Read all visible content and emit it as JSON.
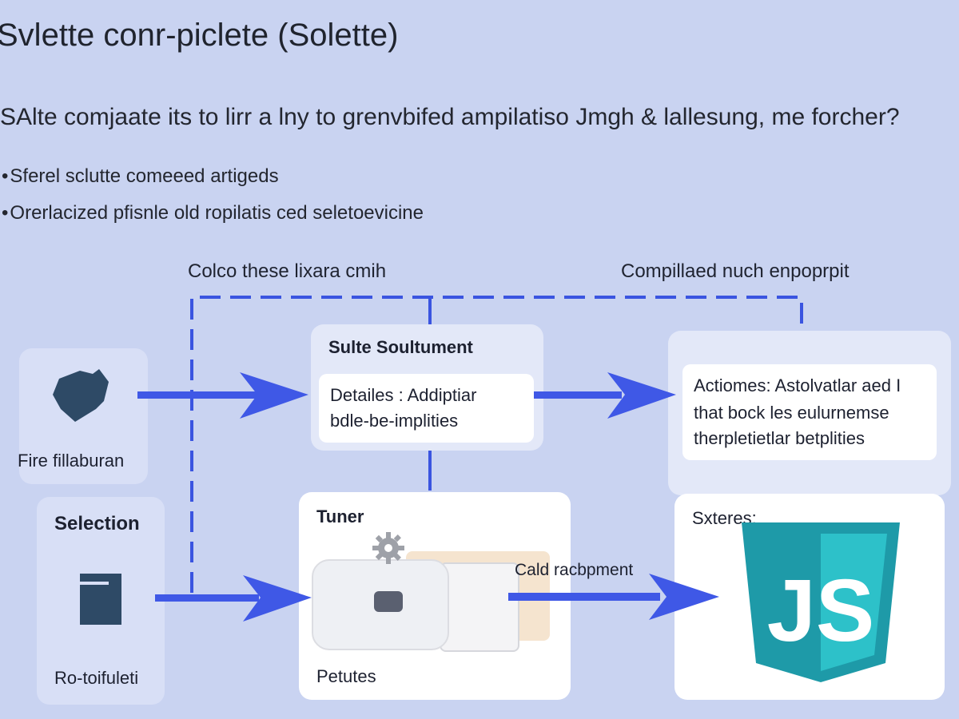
{
  "title": "Svlette conr-piclete (Solette)",
  "subtitle": "SAlte comjaate its to lirr a lny to grenvbifed ampilatiso Jmgh & lallesung, me forcher?",
  "bullets": [
    "Sferel sclutte comeeed artigeds",
    "Orerlacized pfisnle old ropilatis ced seletoevicine"
  ],
  "connector_labels": {
    "top_left": "Colco these lixara cmih",
    "top_right": "Compillaed nuch enpoprpit"
  },
  "nodes": {
    "file": {
      "label": "Fire fillaburan",
      "icon": "shape-icon"
    },
    "selection": {
      "title": "Selection",
      "label": "Ro-toifuleti",
      "icon": "file-icon"
    },
    "solute": {
      "title": "Sulte Soultument",
      "detail_line1": "Detailes : Addiptiar",
      "detail_line2": "bdle-be-implities"
    },
    "actions": {
      "line1": "Actiomes: Astolvatlar aed I",
      "line2": "that bock les eulurnemse",
      "line3": "therpletietlar betplities"
    },
    "tuner": {
      "title": "Tuner",
      "label": "Petutes",
      "icon": "gear-icon"
    },
    "sxteres": {
      "title": "Sxteres:",
      "icon": "javascript-logo-icon",
      "logo_text": "JS"
    }
  },
  "edge_label": "Cald racbpment",
  "colors": {
    "background": "#c9d3f1",
    "arrow": "#3f58e6",
    "dashed": "#3a54e0",
    "js_logo_dark": "#1e9aa8",
    "js_logo_light": "#2dc1c9",
    "icon": "#2e4a66"
  }
}
